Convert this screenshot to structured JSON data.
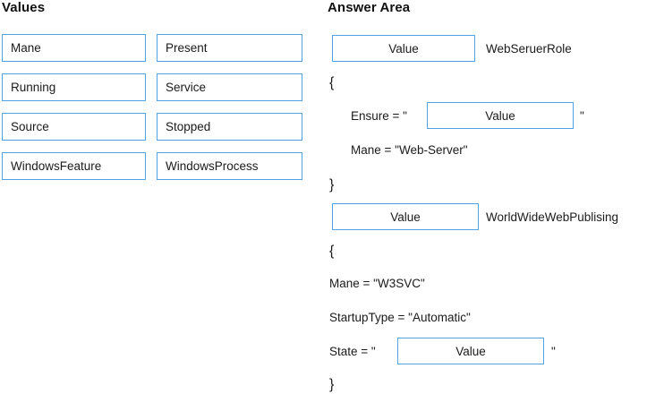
{
  "theme": {
    "background": "#ffffff",
    "box_border": "#4fa3e3",
    "text": "#1a1a1a"
  },
  "values_panel": {
    "heading": "Values",
    "tiles": [
      {
        "label": "Mane",
        "column": "left",
        "row": 1
      },
      {
        "label": "Present",
        "column": "right",
        "row": 1
      },
      {
        "label": "Running",
        "column": "left",
        "row": 2
      },
      {
        "label": "Service",
        "column": "right",
        "row": 2
      },
      {
        "label": "Source",
        "column": "left",
        "row": 3
      },
      {
        "label": "Stopped",
        "column": "right",
        "row": 3
      },
      {
        "label": "WindowsFeature",
        "column": "left",
        "row": 4
      },
      {
        "label": "WindowsProcess",
        "column": "right",
        "row": 4
      }
    ]
  },
  "answer_panel": {
    "heading": "Answer Area",
    "drop_placeholder": "Value",
    "block_one": {
      "resource_name": "WebSeruerRole",
      "open_brace": "{",
      "ensure_prefix": "Ensure = \"",
      "ensure_suffix": "\"",
      "name_line": "Mane = \"Web-Server\"",
      "close_brace": "}"
    },
    "block_two": {
      "resource_name": "WorldWideWebPublising",
      "open_brace": "{",
      "name_line": "Mane = \"W3SVC\"",
      "startup_line": "StartupType = \"Automatic\"",
      "state_prefix": "State = \"",
      "state_suffix": "\"",
      "close_brace": "}"
    }
  }
}
